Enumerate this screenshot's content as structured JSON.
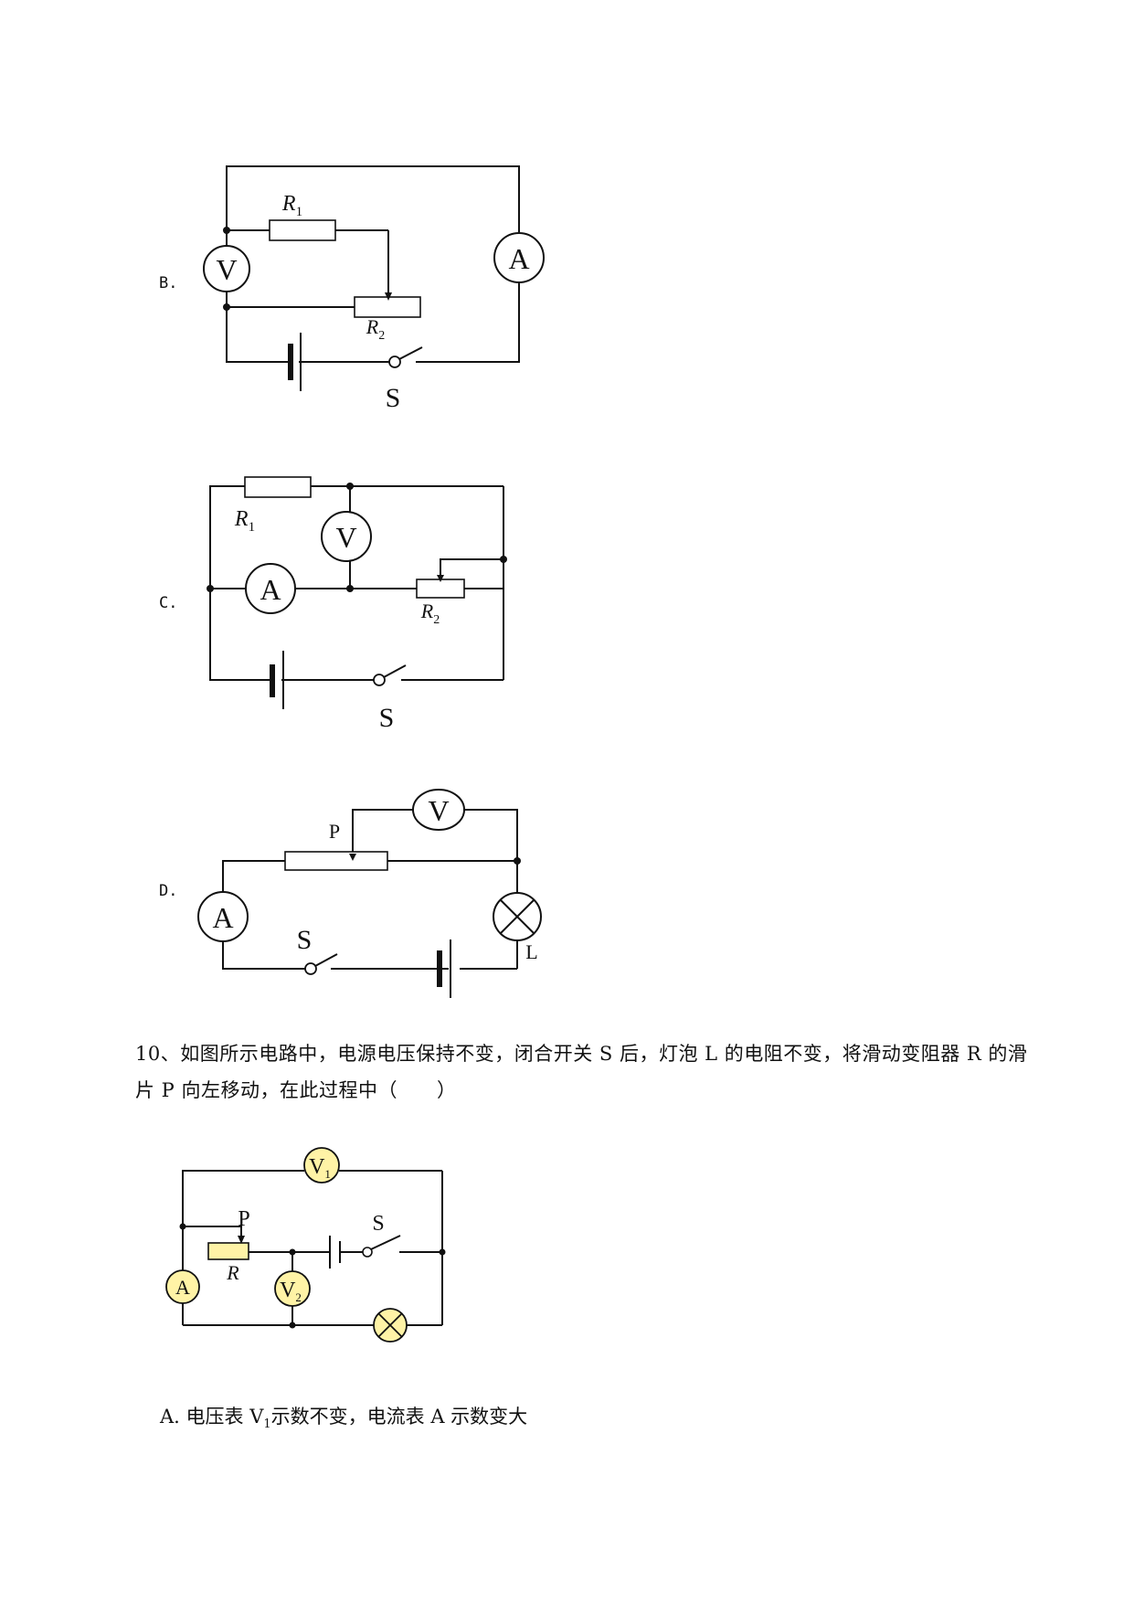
{
  "options": [
    {
      "letter": "B."
    },
    {
      "letter": "C."
    },
    {
      "letter": "D."
    }
  ],
  "figure_b": {
    "r1": "R",
    "r1_sub": "1",
    "r2": "R",
    "r2_sub": "2",
    "voltmeter": "V",
    "ammeter": "A",
    "switch": "S"
  },
  "figure_c": {
    "r1": "R",
    "r1_sub": "1",
    "r2": "R",
    "r2_sub": "2",
    "voltmeter": "V",
    "ammeter": "A",
    "switch": "S"
  },
  "figure_d": {
    "slider": "P",
    "voltmeter": "V",
    "ammeter": "A",
    "switch": "S",
    "lamp": "L"
  },
  "question": {
    "line1": "10、如图所示电路中，电源电压保持不变，闭合开关 S 后，灯泡 L 的电阻不变，将滑动变阻器 R 的滑",
    "line2": "片 P 向左移动，在此过程中（　　）"
  },
  "figure_q": {
    "v1": "V",
    "v1_sub": "1",
    "v2": "V",
    "v2_sub": "2",
    "ammeter": "A",
    "slider": "P",
    "rheostat": "R",
    "switch": "S",
    "meter_fill": "#fff3a6"
  },
  "answer_a": {
    "prefix": "A.  电压表 V",
    "sub": "1",
    "suffix": "示数不变，电流表 A 示数变大"
  }
}
